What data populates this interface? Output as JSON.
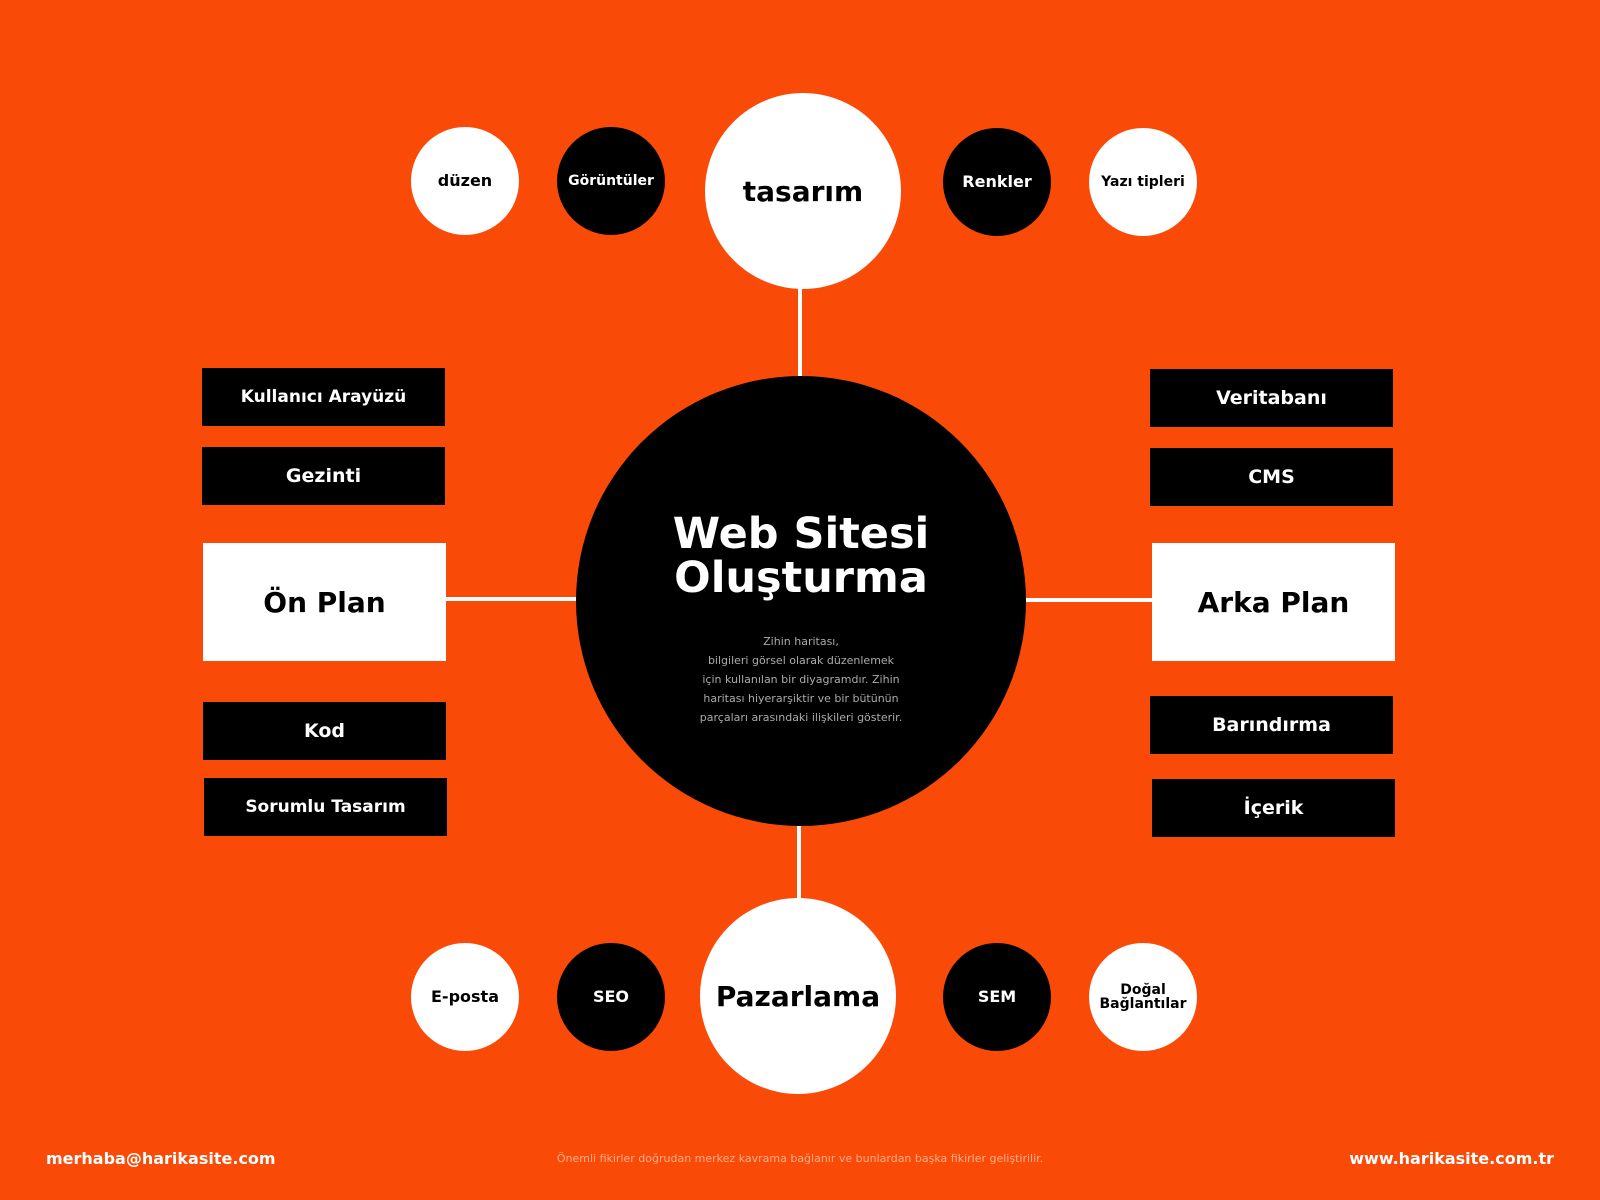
{
  "center": {
    "title_line1": "Web Sitesi",
    "title_line2": "Oluşturma",
    "description": "Zihin haritası,\nbilgileri görsel olarak düzenlemek\niçin kullanılan bir diyagramdır. Zihin\nharitası hiyerarşiktir ve bir bütünün\nparçaları arasındaki ilişkileri gösterir."
  },
  "top": {
    "main": "tasarım",
    "items": [
      "düzen",
      "Görüntüler",
      "Renkler",
      "Yazı tipleri"
    ]
  },
  "bottom": {
    "main": "Pazarlama",
    "items": [
      "E-posta",
      "SEO",
      "SEM",
      "Doğal Bağlantılar"
    ]
  },
  "left": {
    "main": "Ön Plan",
    "items": [
      "Kullanıcı Arayüzü",
      "Gezinti",
      "Kod",
      "Sorumlu Tasarım"
    ]
  },
  "right": {
    "main": "Arka Plan",
    "items": [
      "Veritabanı",
      "CMS",
      "Barındırma",
      "İçerik"
    ]
  },
  "footer": {
    "email": "merhaba@harikasite.com",
    "note": "Önemli fikirler doğrudan merkez kavrama bağlanır ve bunlardan başka fikirler geliştirilir.",
    "website": "www.harikasite.com.tr"
  },
  "colors": {
    "background": "#FA4A08",
    "dark": "#000000",
    "light": "#FFFFFF"
  }
}
